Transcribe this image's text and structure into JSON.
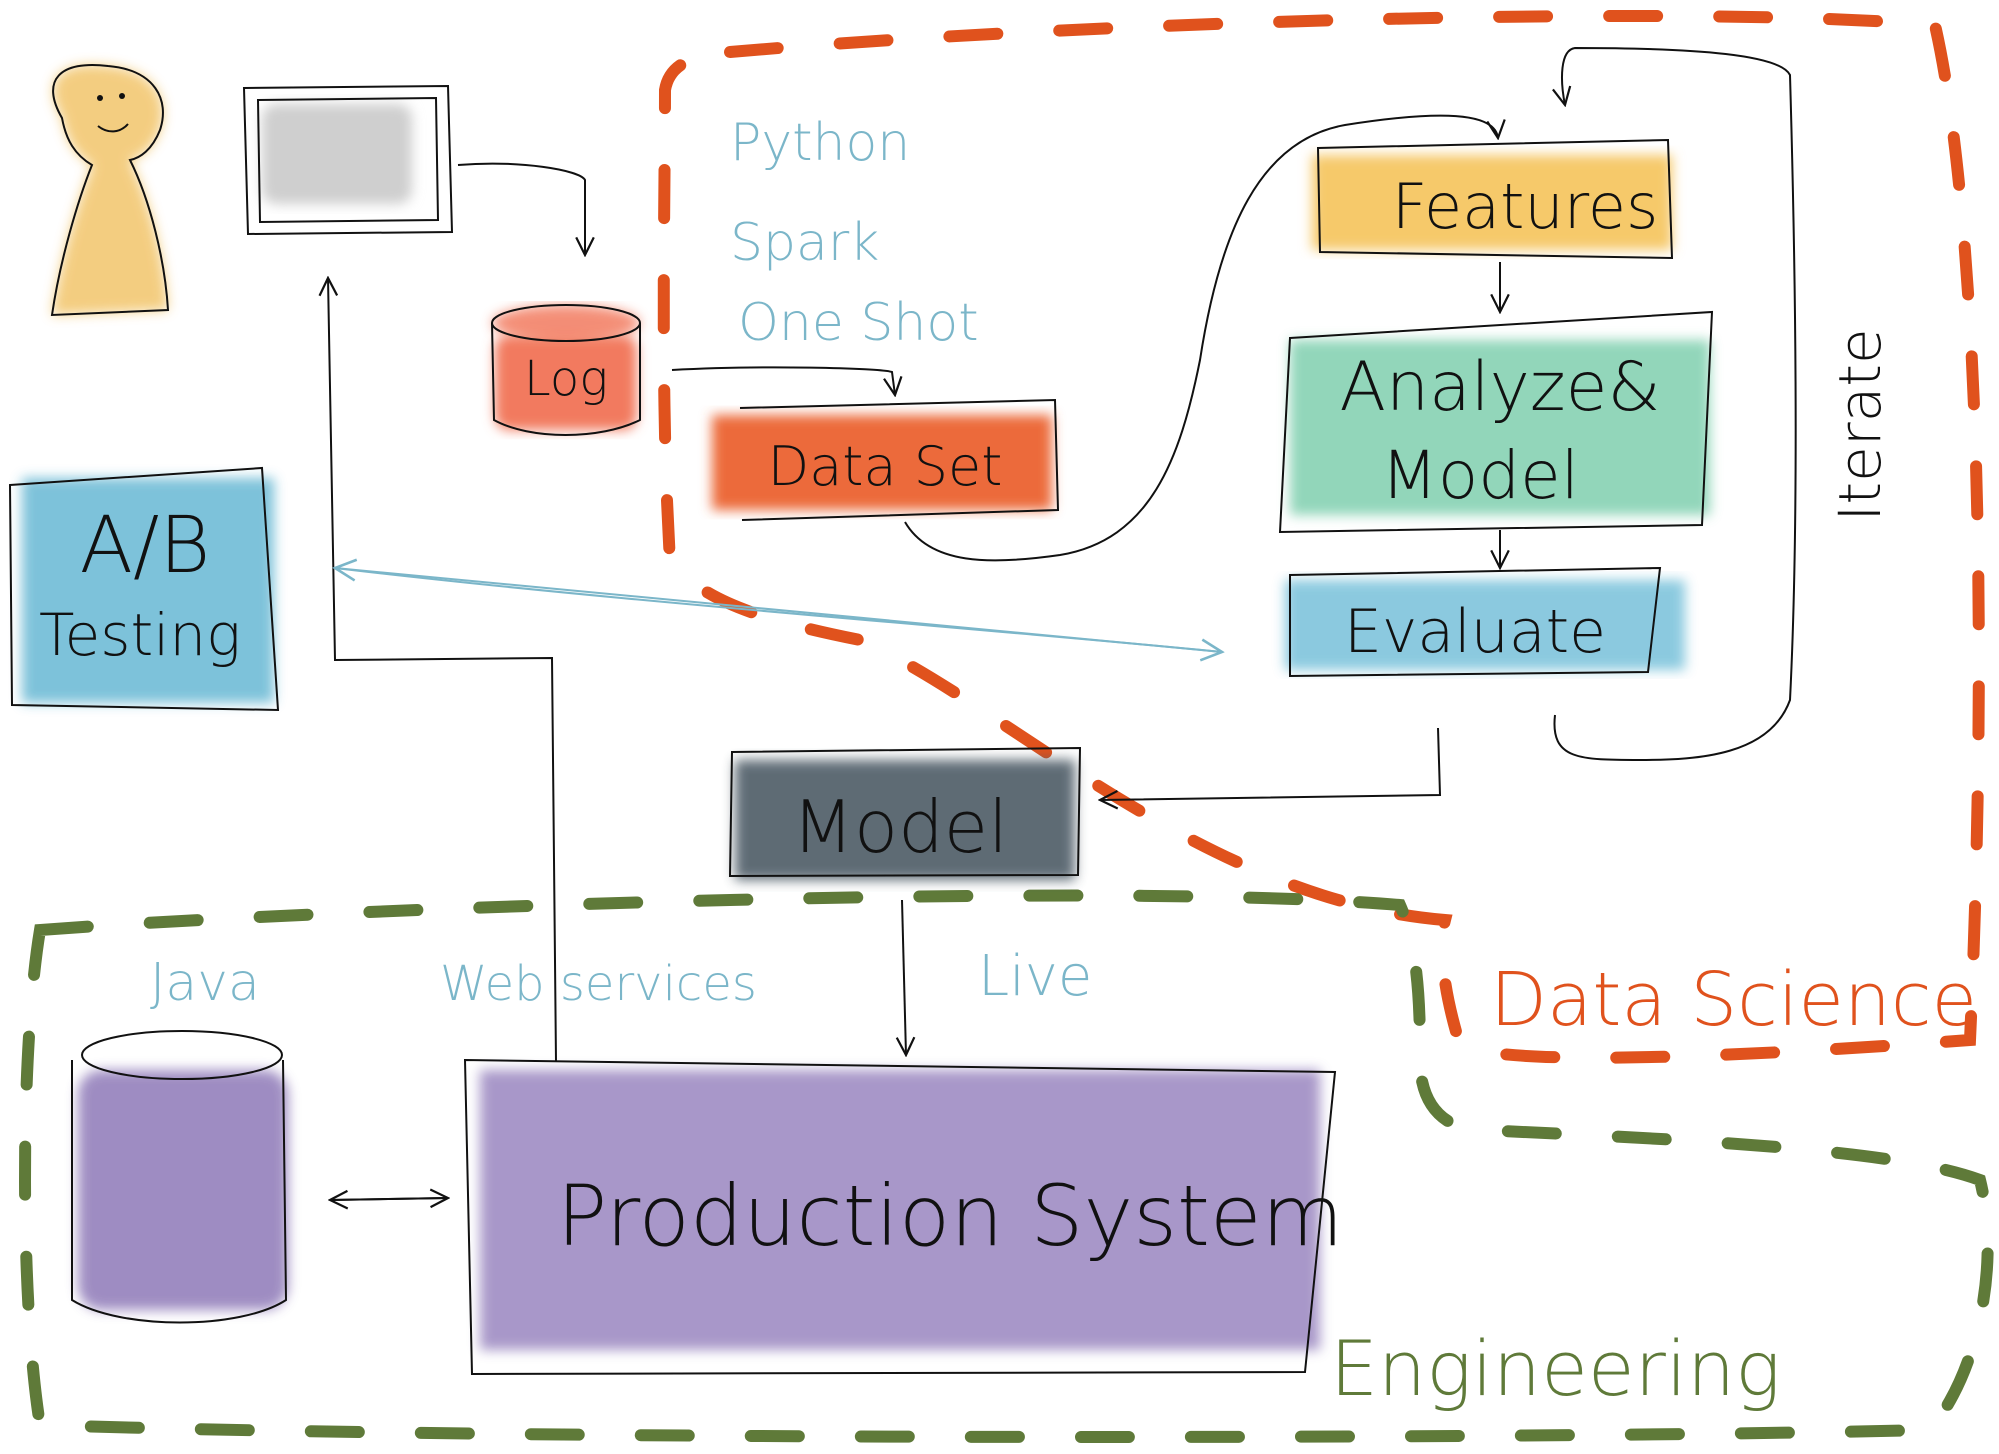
{
  "colors": {
    "person": "#f2c56b",
    "screen": "#cfcfcf",
    "log": "#f27a5e",
    "dataset": "#ec6a3a",
    "features": "#f6c96a",
    "analyze": "#7fcfae",
    "evaluate": "#7fc4dc",
    "ab_testing": "#6fbcd6",
    "model": "#4d5c66",
    "production": "#9a86c0",
    "engineering_db": "#8e79b8",
    "ds_boundary": "#e0521d",
    "eng_boundary": "#5f7a39",
    "annotation": "#7bb6c9",
    "ink": "#111111"
  },
  "nodes": {
    "log": "Log",
    "dataset": "Data Set",
    "features": "Features",
    "analyze_line1": "Analyze&",
    "analyze_line2": "Model",
    "evaluate": "Evaluate",
    "ab_line1": "A/B",
    "ab_line2": "Testing",
    "model": "Model",
    "production": "Production System",
    "iterate": "Iterate"
  },
  "annotations": {
    "python": "Python",
    "spark": "Spark",
    "one_shot": "One Shot",
    "java": "Java",
    "web_services": "Web services",
    "live": "Live"
  },
  "regions": {
    "data_science": "Data Science",
    "engineering": "Engineering"
  },
  "icons": {
    "person": "person-icon",
    "monitor": "monitor-icon",
    "database": "database-icon"
  }
}
